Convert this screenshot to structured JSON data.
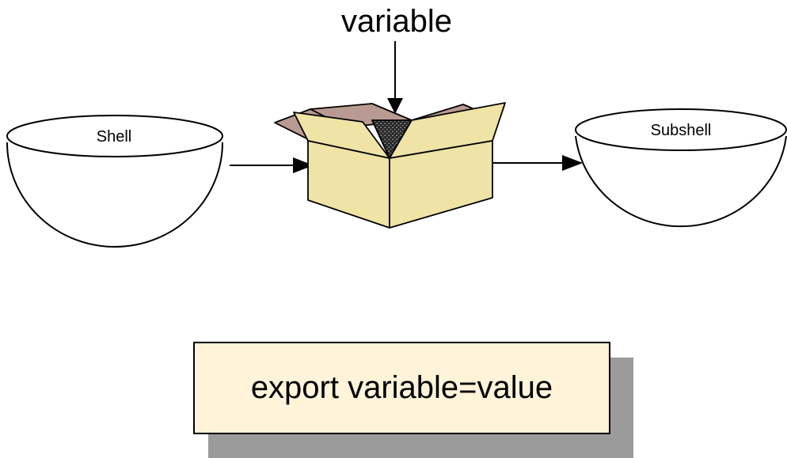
{
  "diagram": {
    "top_label": "variable",
    "left_bowl_label": "Shell",
    "right_bowl_label": "Subshell",
    "command": "export variable=value"
  },
  "colors": {
    "box_front": "#efe3a5",
    "box_flaps_inner": "#b99a93",
    "box_dark": "#3a3a3a",
    "command_fill": "#fff3d9",
    "command_shadow": "#9b9b9b",
    "stroke": "#000000"
  }
}
